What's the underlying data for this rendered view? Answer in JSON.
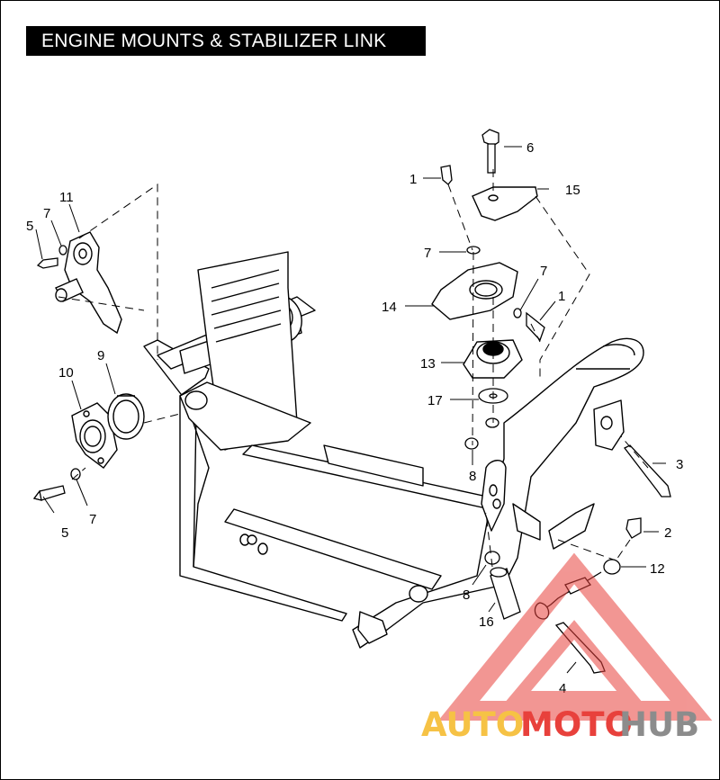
{
  "title": "ENGINE MOUNTS & STABILIZER LINK",
  "callouts": [
    "1",
    "1",
    "2",
    "3",
    "4",
    "5",
    "5",
    "6",
    "7",
    "7",
    "7",
    "7",
    "8",
    "8",
    "9",
    "10",
    "11",
    "12",
    "13",
    "14",
    "15",
    "16",
    "17"
  ],
  "watermark": {
    "auto": "AUTO",
    "moto": "MOTO",
    "hub": "HUB",
    "colors": {
      "triangle": "#e8413c",
      "auto": "#f6c245",
      "hub": "#8c8c8c"
    }
  },
  "line_color": "#000000"
}
